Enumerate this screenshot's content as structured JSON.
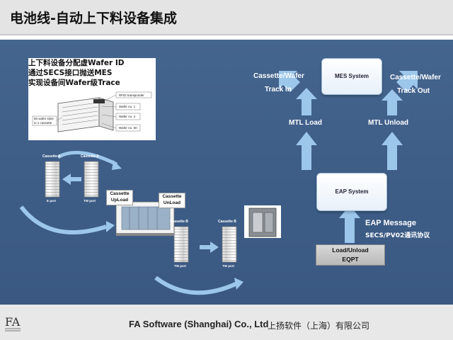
{
  "header": {
    "title": "电池线-自动上下料设备集成"
  },
  "notes": {
    "lines": [
      "上下料设备分配虚Wafer ID",
      "通过SECS接口抛送MES",
      "实现设备间Wafer级Trace"
    ]
  },
  "drawing": {
    "rfid": "RFID transponder",
    "wafer1": "Wafer no. 1",
    "wafer2": "Wafer no. 2",
    "wafer50": "Wafer no. 50",
    "slots_a": "50 wafer slots",
    "slots_b": "in 1 cassette"
  },
  "left_flow": {
    "cassette_a1": "Cassette A",
    "cassette_a2": "Cassette A",
    "port_a1": "E port",
    "port_a2": "TW port",
    "cassette_b1": "Cassette B",
    "cassette_b2": "Cassette B",
    "port_b1": "TW port",
    "port_b2": "TW port",
    "upload_1": "Cassette",
    "upload_2": "UpLoad",
    "unload_1": "Cassette",
    "unload_2": "UnLoad"
  },
  "right_flow": {
    "mes": "MES System",
    "eap": "EAP System",
    "track_in_1": "Cassette/Wafer",
    "track_in_2": "Track In",
    "track_out_1": "Cassette/Wafer",
    "track_out_2": "Track Out",
    "mtl_load": "MTL Load",
    "mtl_unload": "MTL Unload",
    "eap_message": "EAP Message",
    "secs": "SECS/PV02通讯协议",
    "load_unload": "Load/Unload",
    "eqpt": "EQPT"
  },
  "footer": {
    "company": "FA Software (Shanghai) Co., Ltd",
    "company_cn": "上扬软件（上海）有限公司",
    "logo_text": "FA"
  },
  "colors": {
    "slide": "#44658e",
    "arrow": "#9cc6ea",
    "title_bar": "#e4e4e4",
    "footer": "#e8e8e8"
  }
}
